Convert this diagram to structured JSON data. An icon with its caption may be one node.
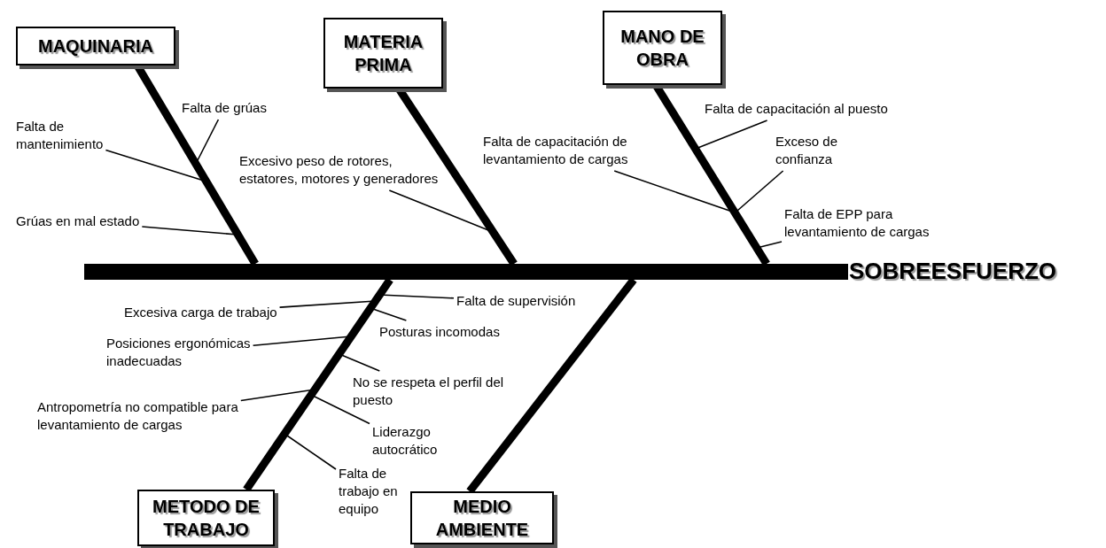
{
  "diagram": {
    "nodes": [
      {
        "text": [
          "MAQUINARIA"
        ]
      },
      {
        "text": [
          "MATERIA PRIMA"
        ]
      },
      {
        "text": [
          "MANO DE OBRA"
        ]
      },
      {
        "text": [
          "Falta de grúas"
        ]
      },
      {
        "text": [
          "Falta de mantenimiento"
        ]
      },
      {
        "text": [
          "Excesivo peso de rotores, estatores, motores y generadores"
        ]
      },
      {
        "text": [
          "Falta de capacitación de levantamiento de cargas"
        ]
      },
      {
        "text": [
          "Falta de capacitación al puesto"
        ]
      },
      {
        "text": [
          "Exceso de confianza"
        ]
      },
      {
        "text": [
          "Grúas en mal estado"
        ]
      },
      {
        "text": [
          "Falta de EPP para levantamiento de cargas"
        ]
      },
      {
        "text": [],
        "shape": "bar"
      },
      {
        "text": [
          "SOBREESFUERZO"
        ]
      },
      {
        "text": [
          "Falta de supervisión"
        ]
      },
      {
        "text": [
          "Excesiva carga de trabajo"
        ]
      },
      {
        "text": [
          "Posturas incomodas"
        ]
      },
      {
        "text": [
          "Posiciones ergonómicas inadecuadas"
        ]
      },
      {
        "text": [
          "No se respeta el perfil del puesto"
        ]
      },
      {
        "text": [
          "Antropometría no compatible para levantamiento de cargas"
        ]
      },
      {
        "text": [
          "Liderazgo autocrático"
        ]
      },
      {
        "text": [
          "Falta de trabajo en equipo"
        ]
      },
      {
        "text": [
          "METODO DE TRABAJO"
        ]
      },
      {
        "text": [
          "MEDIO AMBIENTE"
        ]
      }
    ],
    "edges": [
      {
        "from": 0,
        "to": 11,
        "arrow": "none",
        "style": "thick"
      },
      {
        "from": 1,
        "to": 11,
        "arrow": "none",
        "style": "thick"
      },
      {
        "from": 2,
        "to": 11,
        "arrow": "none",
        "style": "thick"
      },
      {
        "from": 21,
        "to": 11,
        "arrow": "none",
        "style": "thick"
      },
      {
        "from": 22,
        "to": 11,
        "arrow": "none",
        "style": "thick"
      },
      {
        "from": 3,
        "to": null,
        "arrow": "none"
      },
      {
        "from": 4,
        "to": null,
        "arrow": "none"
      },
      {
        "from": 5,
        "to": null,
        "arrow": "none"
      },
      {
        "from": 6,
        "to": null,
        "arrow": "none"
      },
      {
        "from": 7,
        "to": null,
        "arrow": "none"
      },
      {
        "from": 8,
        "to": null,
        "arrow": "none"
      },
      {
        "from": 9,
        "to": null,
        "arrow": "none"
      },
      {
        "from": 10,
        "to": null,
        "arrow": "none"
      },
      {
        "from": 13,
        "to": null,
        "arrow": "none"
      },
      {
        "from": 14,
        "to": null,
        "arrow": "none"
      },
      {
        "from": 15,
        "to": null,
        "arrow": "none"
      },
      {
        "from": 16,
        "to": null,
        "arrow": "none"
      },
      {
        "from": 17,
        "to": null,
        "arrow": "none"
      },
      {
        "from": 18,
        "to": null,
        "arrow": "none"
      },
      {
        "from": 19,
        "to": null,
        "arrow": "none"
      },
      {
        "from": 20,
        "to": null,
        "arrow": "none"
      }
    ]
  }
}
